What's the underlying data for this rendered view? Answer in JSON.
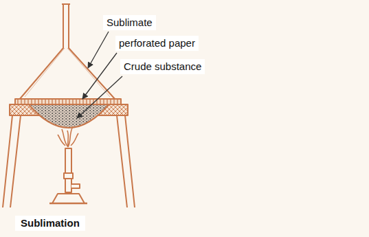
{
  "diagram": {
    "caption": "Sublimation",
    "labels": [
      "Sublimate",
      "perforated paper",
      "Crude substance"
    ]
  }
}
